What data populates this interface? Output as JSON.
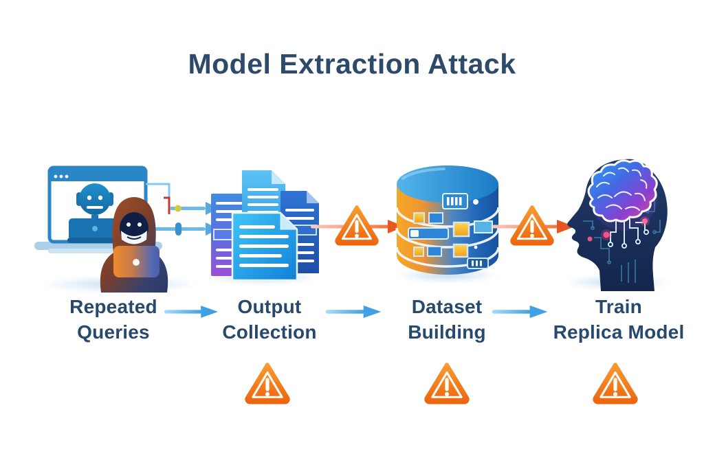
{
  "title": "Model Extraction Attack",
  "colors": {
    "background": "#ffffff",
    "title_text": "#2d4a6b",
    "label_text": "#27496e",
    "warning_orange": "#ee7214",
    "flow_arrow_red": "#e8571d",
    "step_arrow_blue": "#3fa0e4",
    "document_blue": "#1b86d4",
    "document_purple": "#9a50d8",
    "database_orange": "#f6a826",
    "database_blue": "#1f66b8",
    "head_navy": "#16294e"
  },
  "stages": [
    {
      "label_line1": "Repeated",
      "label_line2": "Queries",
      "icon": "attacker-querying-model-icon",
      "pre_warning": false,
      "below_warning": false
    },
    {
      "label_line1": "Output",
      "label_line2": "Collection",
      "icon": "documents-stack-icon",
      "pre_warning": false,
      "below_warning": true
    },
    {
      "label_line1": "Dataset",
      "label_line2": "Building",
      "icon": "database-icon",
      "pre_warning": true,
      "below_warning": true
    },
    {
      "label_line1": "Train",
      "label_line2": "Replica Model",
      "icon": "brain-head-icon",
      "pre_warning": true,
      "below_warning": true
    }
  ],
  "icons": {
    "stage1": "attacker-querying-model-icon",
    "stage2": "documents-stack-icon",
    "stage3": "database-icon",
    "stage4": "brain-head-icon",
    "flow": "flow-arrow-icon",
    "step": "step-arrow-icon",
    "warning": "warning-triangle-icon"
  }
}
